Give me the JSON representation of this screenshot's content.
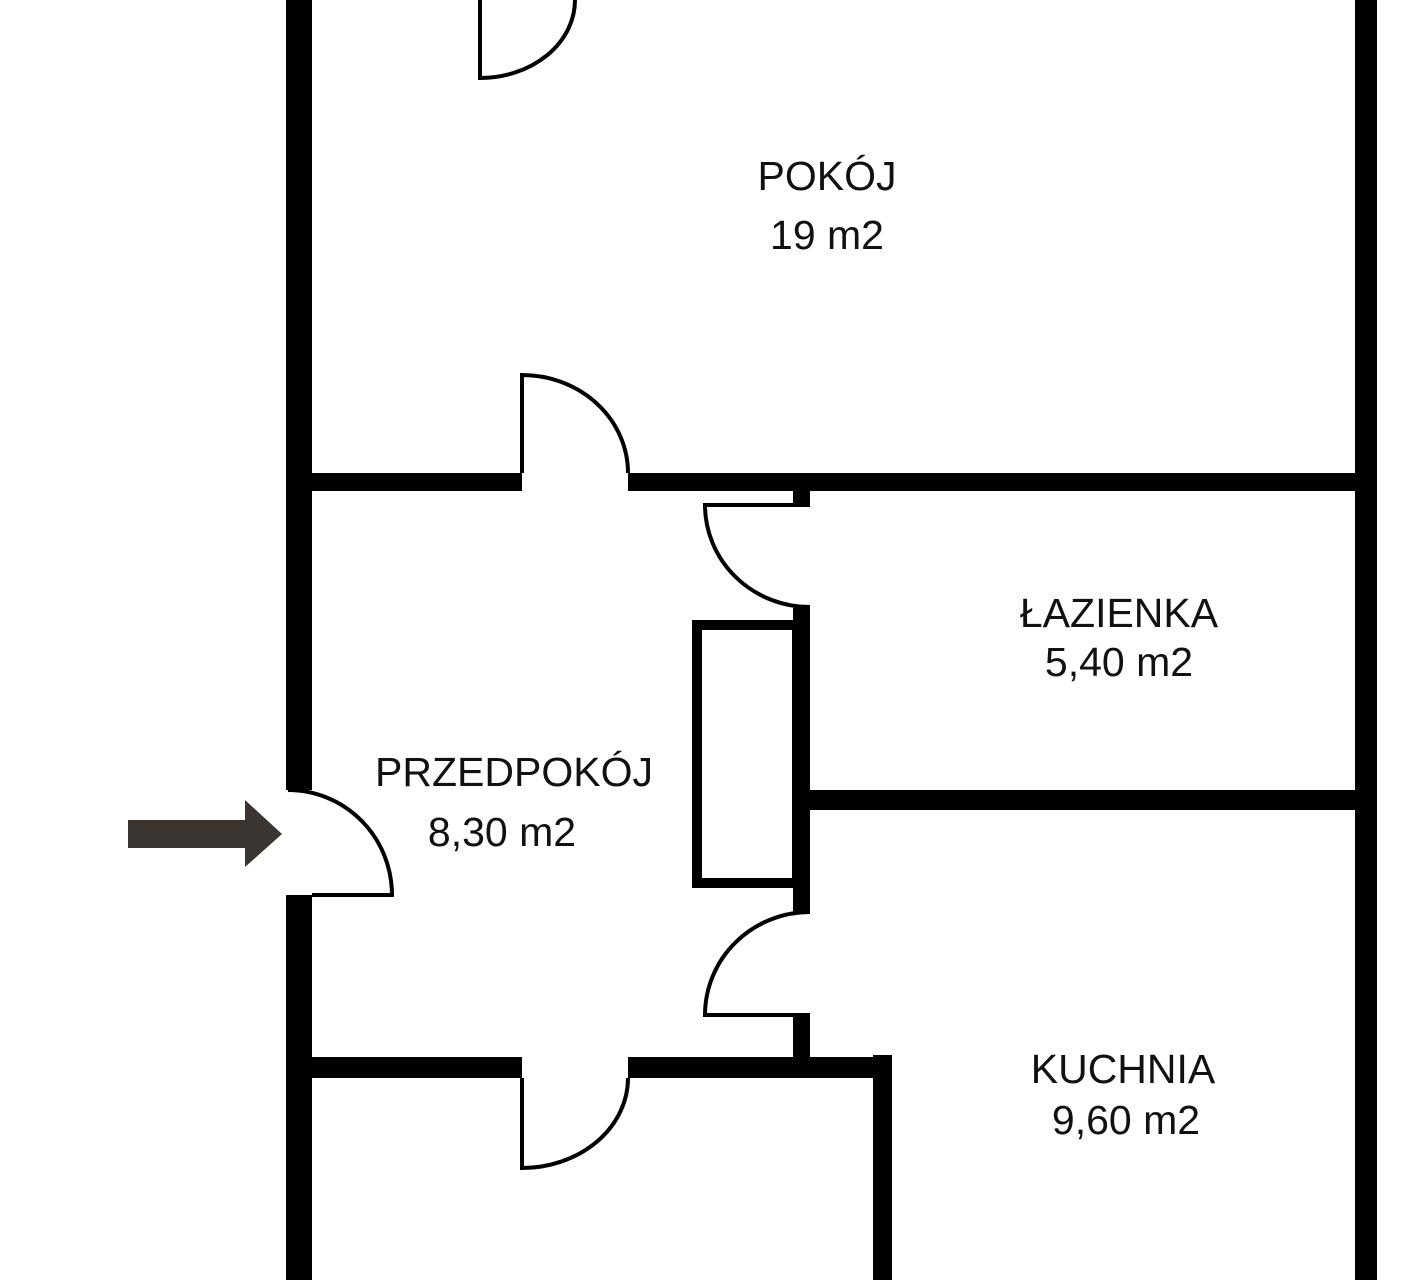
{
  "rooms": {
    "pokoj": {
      "name": "POKÓJ",
      "area": "19 m2"
    },
    "lazienka": {
      "name": "ŁAZIENKA",
      "area": "5,40 m2"
    },
    "przedpokoj": {
      "name": "PRZEDPOKÓJ",
      "area": "8,30 m2"
    },
    "kuchnia": {
      "name": "KUCHNIA",
      "area": "9,60 m2"
    }
  },
  "colors": {
    "wall": "#000000",
    "entry_arrow": "#3a3530"
  },
  "icons": {
    "entry": "arrow-right-icon"
  }
}
